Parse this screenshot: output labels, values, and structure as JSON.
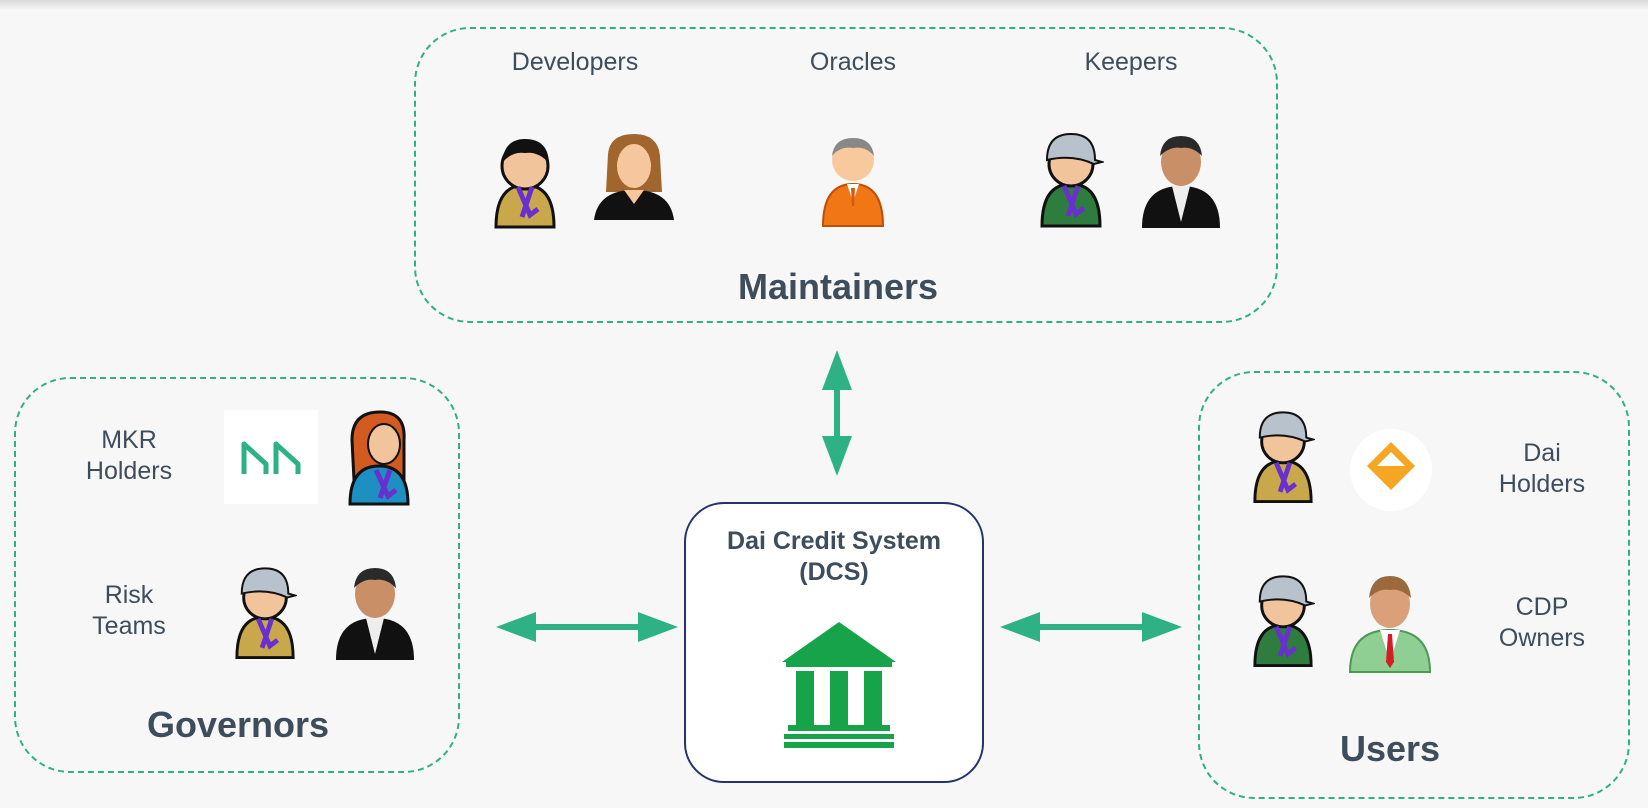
{
  "maintainers": {
    "title": "Maintainers",
    "roles": {
      "developers": "Developers",
      "oracles": "Oracles",
      "keepers": "Keepers"
    }
  },
  "governors": {
    "title": "Governors",
    "roles": {
      "mkr_holders": [
        "MKR",
        "Holders"
      ],
      "risk_teams": [
        "Risk",
        "Teams"
      ]
    }
  },
  "users": {
    "title": "Users",
    "roles": {
      "dai_holders": [
        "Dai",
        "Holders"
      ],
      "cdp_owners": [
        "CDP",
        "Owners"
      ]
    }
  },
  "dcs": {
    "title_line1": "Dai Credit System",
    "title_line2": "(DCS)"
  },
  "colors": {
    "accent_green": "#2fb186",
    "bank_green": "#16a34a",
    "text": "#3e4d5c",
    "dcs_border": "#24346b",
    "dai_orange": "#f5a623"
  },
  "icons": [
    "person-icon",
    "maker-logo-icon",
    "dai-logo-icon",
    "bank-icon",
    "double-arrow-icon"
  ]
}
